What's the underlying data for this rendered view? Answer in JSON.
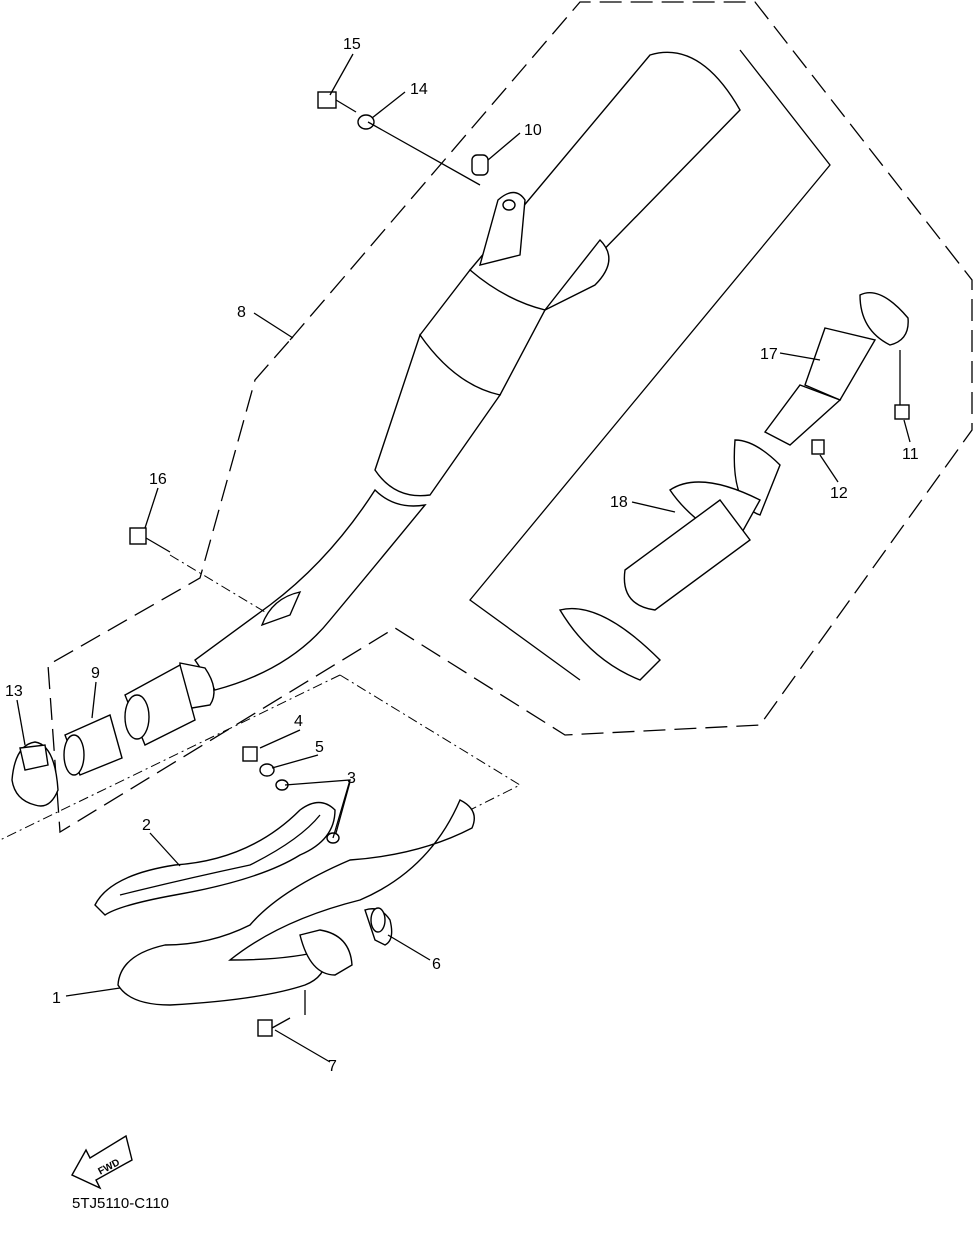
{
  "diagram": {
    "catalog_code": "5TJ5110-C110",
    "fwd_label": "FWD",
    "callouts": [
      {
        "id": "1",
        "label": "1"
      },
      {
        "id": "2",
        "label": "2"
      },
      {
        "id": "3",
        "label": "3"
      },
      {
        "id": "4",
        "label": "4"
      },
      {
        "id": "5",
        "label": "5"
      },
      {
        "id": "6",
        "label": "6"
      },
      {
        "id": "7",
        "label": "7"
      },
      {
        "id": "8",
        "label": "8"
      },
      {
        "id": "9",
        "label": "9"
      },
      {
        "id": "10",
        "label": "10"
      },
      {
        "id": "11",
        "label": "11"
      },
      {
        "id": "12",
        "label": "12"
      },
      {
        "id": "13",
        "label": "13"
      },
      {
        "id": "14",
        "label": "14"
      },
      {
        "id": "15",
        "label": "15"
      },
      {
        "id": "16",
        "label": "16"
      },
      {
        "id": "17",
        "label": "17"
      },
      {
        "id": "18",
        "label": "18"
      }
    ]
  }
}
